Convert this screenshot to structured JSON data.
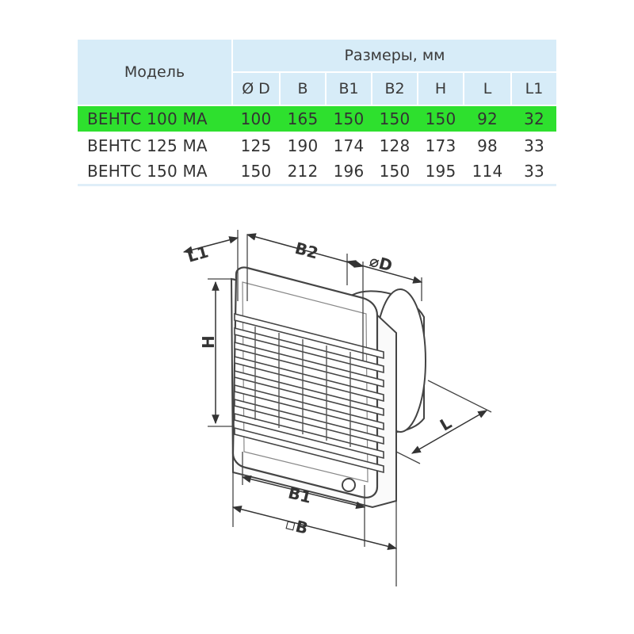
{
  "table": {
    "model_header": "Модель",
    "group_header": "Размеры, мм",
    "columns": [
      "Ø D",
      "B",
      "B1",
      "B2",
      "H",
      "L",
      "L1"
    ],
    "rows": [
      {
        "model": "ВЕНТС 100 МА",
        "values": [
          "100",
          "165",
          "150",
          "150",
          "150",
          "92",
          "32"
        ],
        "highlighted": true
      },
      {
        "model": "ВЕНТС 125 МА",
        "values": [
          "125",
          "190",
          "174",
          "128",
          "173",
          "98",
          "33"
        ],
        "highlighted": false
      },
      {
        "model": "ВЕНТС 150 МА",
        "values": [
          "150",
          "212",
          "196",
          "150",
          "195",
          "114",
          "33"
        ],
        "highlighted": false
      }
    ],
    "colors": {
      "header_bg": "#d7ecf8",
      "highlight": "#2ee02e",
      "text": "#333333"
    }
  },
  "diagram": {
    "labels": {
      "l1": "L1",
      "b2": "B2",
      "d": "⌀D",
      "h": "H",
      "l": "L",
      "b1": "B1",
      "b": "▫B"
    }
  }
}
